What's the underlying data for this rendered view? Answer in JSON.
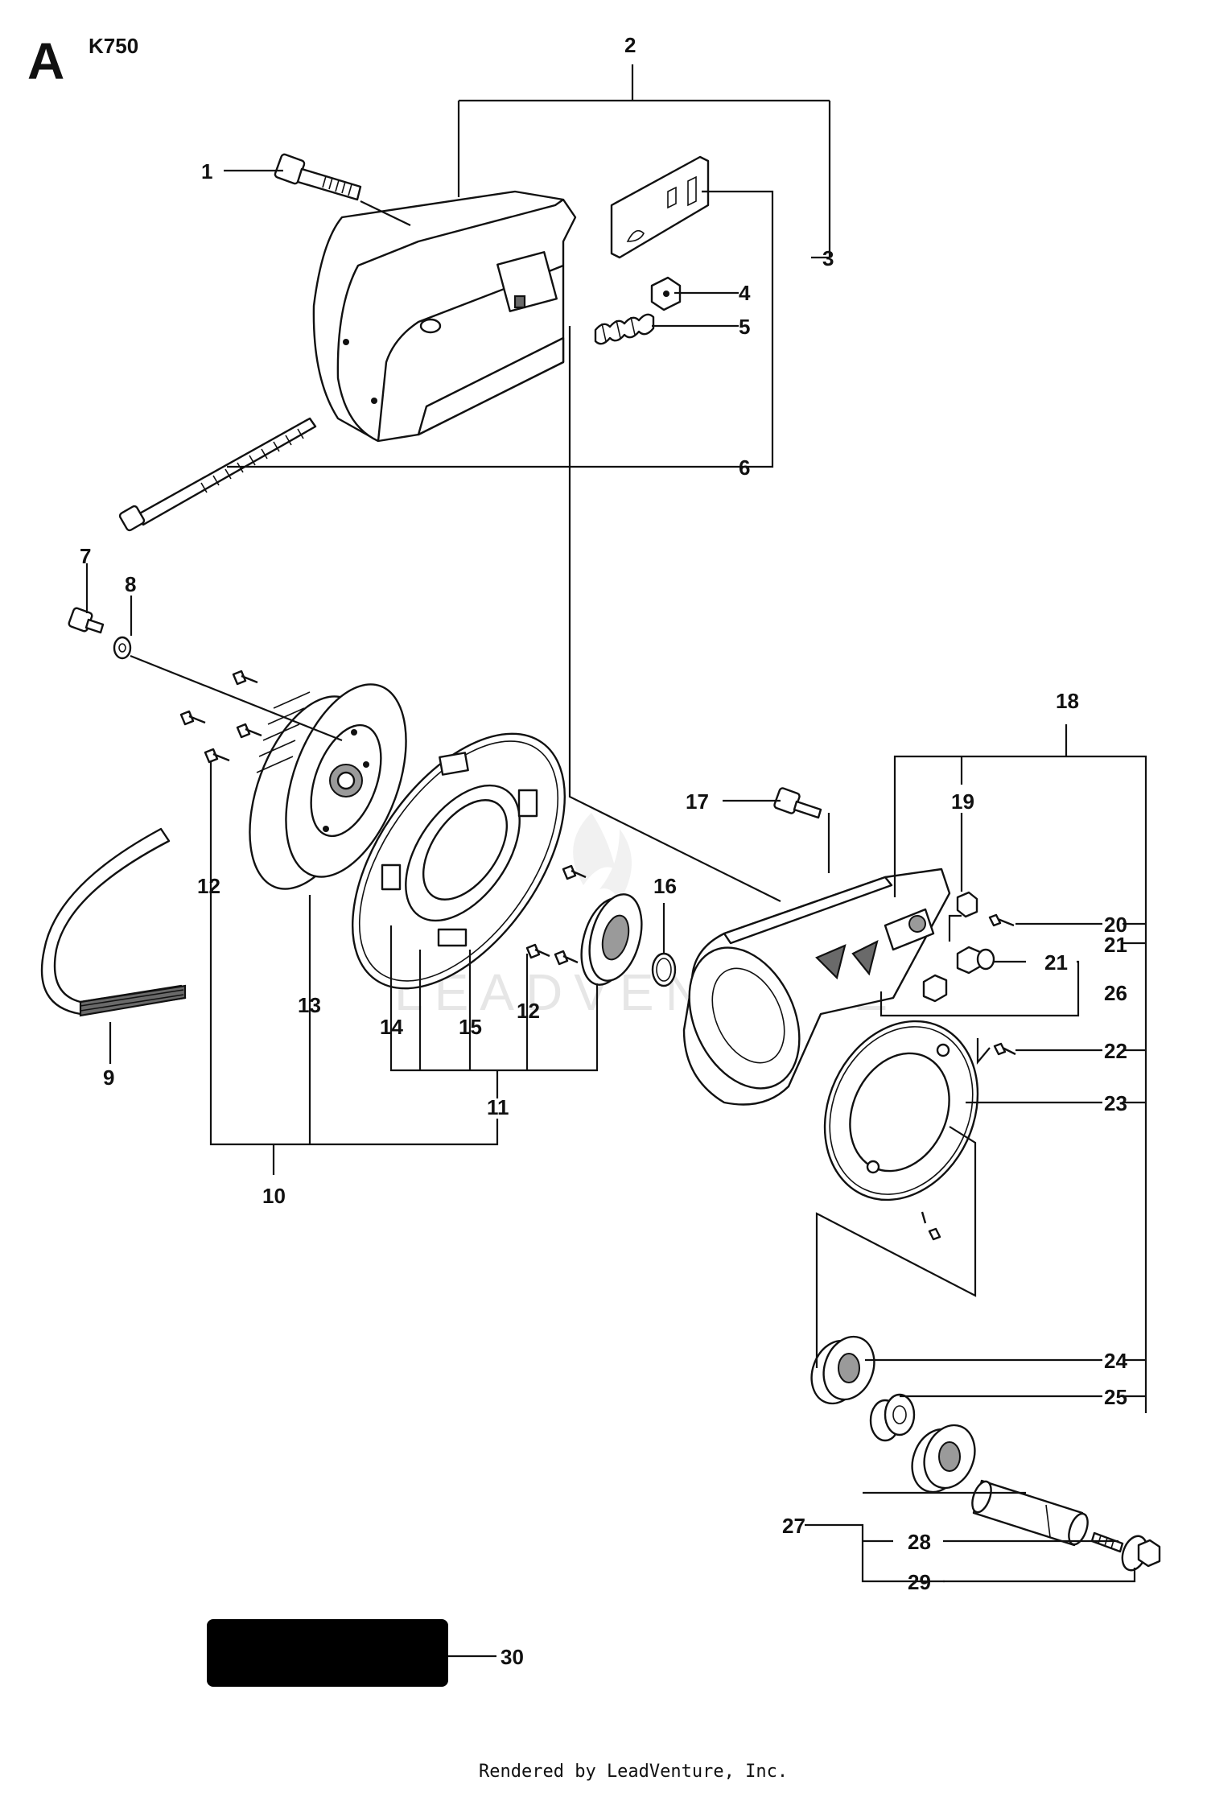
{
  "header": {
    "section_letter": "A",
    "model": "K750"
  },
  "watermark": "LEADVENTURE",
  "footer": "Rendered by LeadVenture, Inc.",
  "callouts": [
    "1",
    "2",
    "3",
    "4",
    "5",
    "6",
    "7",
    "8",
    "9",
    "10",
    "11",
    "12",
    "12",
    "13",
    "14",
    "15",
    "16",
    "17",
    "18",
    "19",
    "20",
    "21",
    "21",
    "22",
    "23",
    "24",
    "25",
    "26",
    "27",
    "28",
    "29",
    "30"
  ],
  "colors": {
    "ink": "#111111",
    "fill_dark": "#6a6a6a",
    "fill_mid": "#9a9a9a",
    "watermark": "#e6e6e6",
    "label_box": "#000000"
  }
}
